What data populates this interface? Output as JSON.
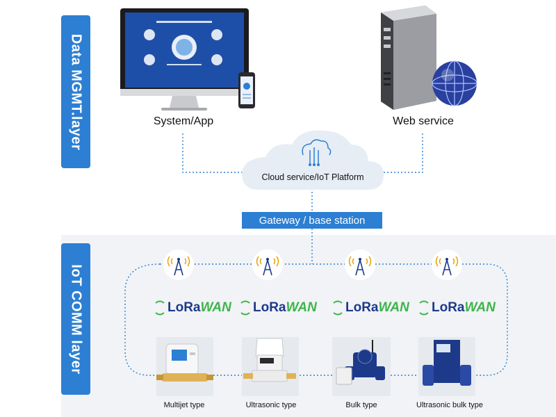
{
  "layers": {
    "top": "Data MGMT.layer",
    "bottom": "IoT COMM layer"
  },
  "nodes": {
    "system_app": "System/App",
    "web_service": "Web service",
    "cloud": "Cloud service/IoT Platform",
    "gateway": "Gateway / base station"
  },
  "lorawan": {
    "lo": "LoRa",
    "wan": "WAN"
  },
  "devices": [
    "Multijet type",
    "Ultrasonic type",
    "Bulk type",
    "Ultrasonic bulk type"
  ],
  "colors": {
    "accent": "#2c7fd3",
    "lora_blue": "#1d3a8a",
    "lora_green": "#3db54a",
    "panel_bg": "#f1f3f6"
  },
  "icons": [
    "monitor-icon",
    "phone-icon",
    "server-icon",
    "globe-icon",
    "cloud-icon",
    "antenna-icon",
    "lora-signal-icon",
    "water-meter-icon"
  ]
}
